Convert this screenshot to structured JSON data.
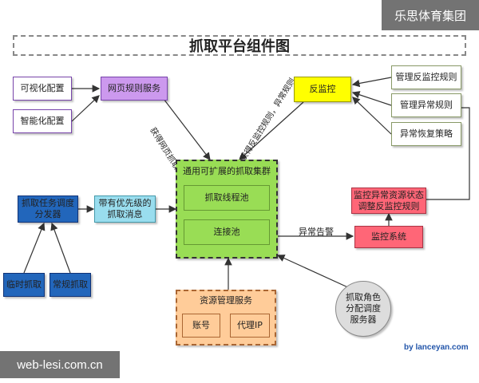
{
  "watermark_top": "乐思体育集团",
  "watermark_bottom": "web-lesi.com.cn",
  "credit": "by lanceyan.com",
  "title": "抓取平台组件图",
  "nodes": {
    "visual_config": "可视化配置",
    "smart_config": "智能化配置",
    "page_rules": "网页规则服务",
    "anti_monitor": "反监控",
    "manage_anti": "管理反监控规则",
    "manage_exception": "管理异常规则",
    "exception_recovery": "异常恢复策略",
    "cluster": "通用可扩展的抓取集群",
    "thread_pool": "抓取线程池",
    "conn_pool": "连接池",
    "scheduler": "抓取任务调度分发器",
    "priority_msg": "带有优先级的抓取消息",
    "temp_fetch": "临时抓取",
    "regular_fetch": "常规抓取",
    "monitor_adjust": "监控异常资源状态调整反监控规则",
    "monitor_system": "监控系统",
    "resource_mgmt": "资源管理服务",
    "account": "账号",
    "proxy_ip": "代理IP",
    "role_scheduler": "抓取角色分配调度服务器"
  },
  "edge_labels": {
    "get_page_rules": "获得网页抓取规则",
    "get_anti_rules": "获得反监控规则，异常规则",
    "exception_alarm": "异常告警"
  },
  "colors": {
    "purple": "#cc99ee",
    "yellow": "#ffff00",
    "green": "#99dd55",
    "blue": "#2266bb",
    "cyan": "#99ddee",
    "red": "#ff6677",
    "orange": "#ffcc99",
    "gray": "#dddddd"
  }
}
